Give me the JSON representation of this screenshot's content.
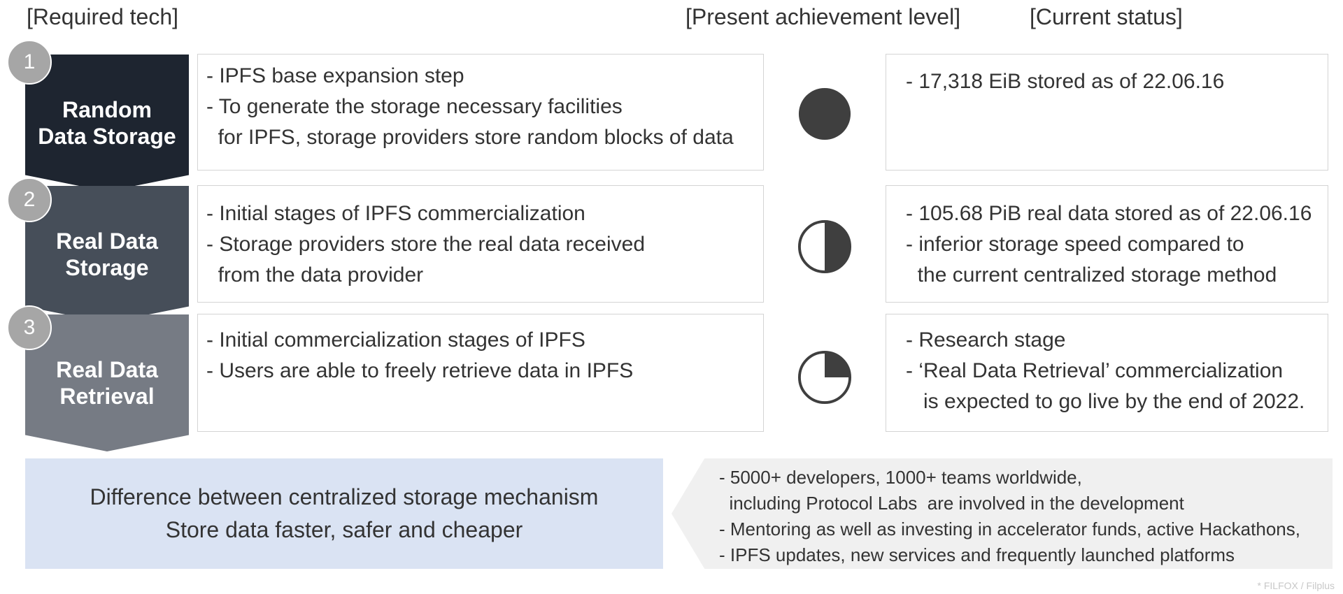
{
  "headers": {
    "required_tech": "[Required tech]",
    "achievement": "[Present achievement level]",
    "status": "[Current status]"
  },
  "steps": [
    {
      "number": "1",
      "title": "Random\nData Storage",
      "description": [
        "- IPFS base expansion step",
        "- To generate the storage necessary facilities",
        "  for IPFS, storage providers store random blocks of data"
      ],
      "achievement_fraction": 1.0,
      "status": [
        "- 17,318 EiB stored as of 22.06.16"
      ]
    },
    {
      "number": "2",
      "title": "Real Data\nStorage",
      "description": [
        "- Initial stages of IPFS commercialization",
        "- Storage providers store the real data received",
        "  from the data provider"
      ],
      "achievement_fraction": 0.5,
      "status": [
        "- 105.68 PiB real data stored as of 22.06.16",
        "- inferior storage speed compared to",
        "  the current centralized storage method"
      ]
    },
    {
      "number": "3",
      "title": "Real Data\nRetrieval",
      "description": [
        "- Initial commercialization stages of IPFS",
        "- Users are able to freely retrieve data in IPFS"
      ],
      "achievement_fraction": 0.25,
      "status": [
        "- Research stage",
        "- ‘Real Data Retrieval’ commercialization",
        "   is expected to go live by the end of 2022."
      ]
    }
  ],
  "summary": [
    "Difference between centralized storage mechanism",
    "Store data faster, safer and cheaper"
  ],
  "facts": [
    "- 5000+ developers, 1000+ teams worldwide,",
    "  including Protocol Labs  are involved in the development",
    "- Mentoring as well as investing in accelerator funds, active Hackathons,",
    "- IPFS updates, new services and frequently launched platforms"
  ],
  "credit": "* FILFOX / Filplus",
  "colors": {
    "step1": "#1e2530",
    "step2": "#464e59",
    "step3": "#767b84",
    "indicator": "#3f3f3f",
    "summary_bg": "#dae3f3",
    "facts_bg": "#f0f0f0"
  },
  "icons": {
    "step_number": "numbered-circle",
    "achievement": "harvey-ball"
  }
}
